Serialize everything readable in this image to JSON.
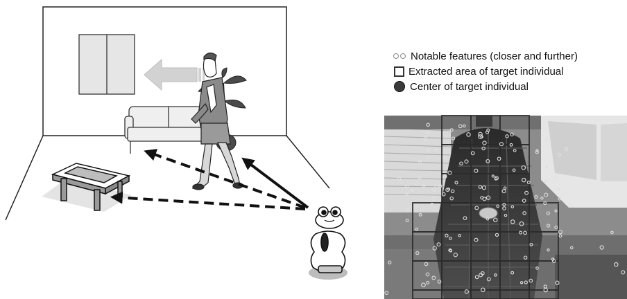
{
  "legend": {
    "features": "Notable features  (closer and further)",
    "area": "Extracted area of target individual",
    "center": "Center of target individual"
  },
  "colors": {
    "arrow": "#111111",
    "grid": "#2b2b2b",
    "feature_marker": "#d8d8d8",
    "center_marker": "#c8c8c8"
  }
}
